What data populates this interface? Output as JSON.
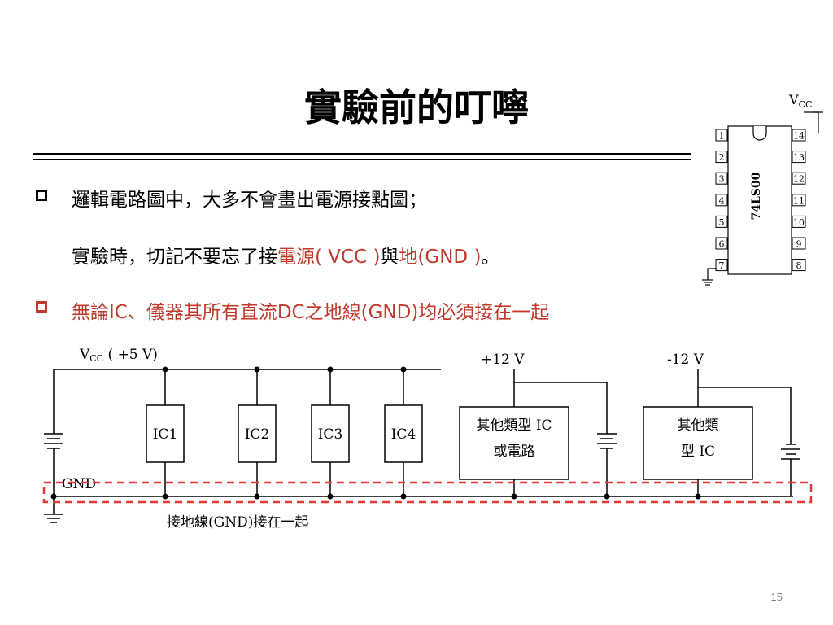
{
  "slide": {
    "title": "實驗前的叮嚀",
    "page_number": "15"
  },
  "bullets": [
    {
      "line1": "邏輯電路圖中，大多不會畫出電源接點圖；",
      "line2_prefix": "實驗時，切記不要忘了接",
      "line2_red1": "電源( VCC )",
      "line2_mid": "與",
      "line2_red2": "地(GND )",
      "line2_suffix": "。"
    },
    {
      "text": "無論IC、儀器其所有直流DC之地線(GND)均必須接在一起"
    }
  ],
  "chip": {
    "part": "74LS00",
    "vcc_label": "V",
    "vcc_sub": "CC",
    "left_pins": [
      "1",
      "2",
      "3",
      "4",
      "5",
      "6",
      "7"
    ],
    "right_pins": [
      "14",
      "13",
      "12",
      "11",
      "10",
      "9",
      "8"
    ]
  },
  "circuit": {
    "vcc_main": "V",
    "vcc_main_sub": "CC",
    "vcc_main_value": " ( +5 V)",
    "plus12": "+12 V",
    "minus12": "-12 V",
    "ics": [
      "IC1",
      "IC2",
      "IC3",
      "IC4"
    ],
    "other1_line1": "其他類型 IC",
    "other1_line2": "或電路",
    "other2_line1": "其他類",
    "other2_line2": "型 IC",
    "gnd_label": "GND",
    "gnd_caption": "接地線(GND)接在一起"
  },
  "colors": {
    "accent_red": "#c0392b",
    "dashed_red": "#e53935",
    "page_number_gray": "#808080"
  }
}
